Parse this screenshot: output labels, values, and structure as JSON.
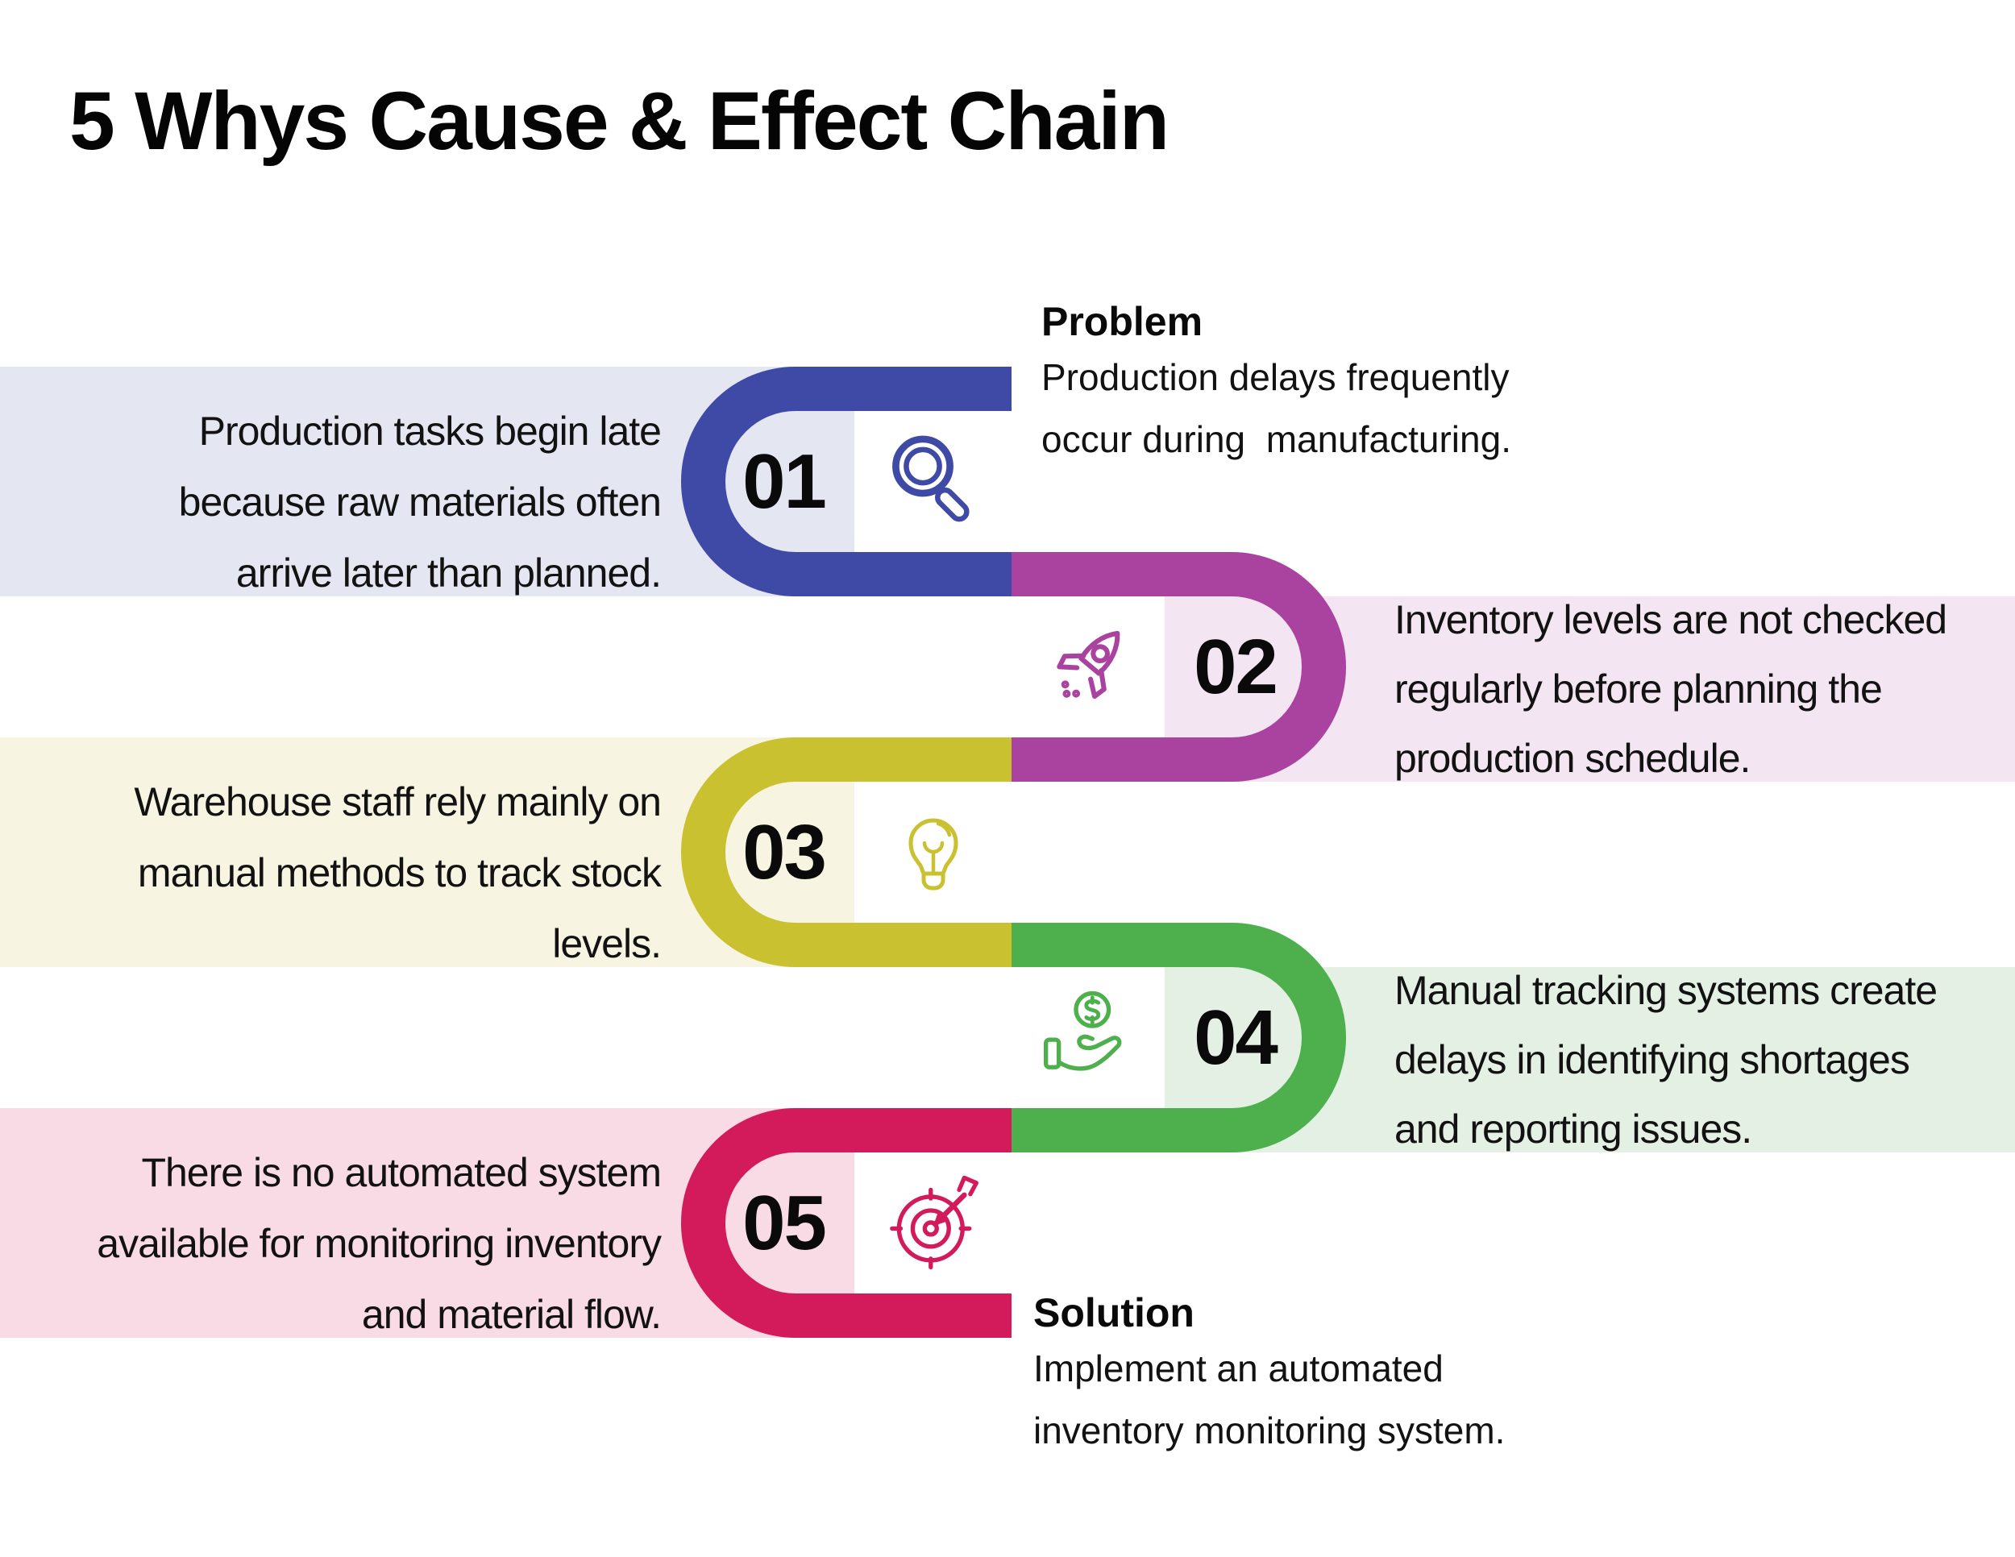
{
  "title": "5 Whys Cause & Effect Chain",
  "problem": {
    "heading": "Problem",
    "lines": [
      "Production delays frequently",
      "occur during  manufacturing."
    ]
  },
  "solution": {
    "heading": "Solution",
    "lines": [
      "Implement an automated",
      "inventory monitoring system."
    ]
  },
  "steps": [
    {
      "number": "01",
      "icon": "magnifier-icon",
      "color": "#3E4AA5",
      "panel_color": "#E4E6F2",
      "lines": [
        "Production tasks begin late",
        "because raw materials often",
        "arrive later than planned."
      ]
    },
    {
      "number": "02",
      "icon": "rocket-icon",
      "color": "#A9439F",
      "panel_color": "#F3E5F1",
      "lines": [
        "Inventory levels are not checked",
        "regularly before planning the",
        "production schedule."
      ]
    },
    {
      "number": "03",
      "icon": "lightbulb-icon",
      "color": "#C9C12F",
      "panel_color": "#F8F4E2",
      "lines": [
        "Warehouse staff rely mainly on",
        "manual methods to track stock",
        "levels."
      ]
    },
    {
      "number": "04",
      "icon": "money-hand-icon",
      "color": "#4DB04D",
      "panel_color": "#E5F0E4",
      "lines": [
        "Manual tracking systems create",
        "delays in identifying shortages",
        "and reporting issues."
      ]
    },
    {
      "number": "05",
      "icon": "target-icon",
      "color": "#D31A5B",
      "panel_color": "#F9DBE5",
      "lines": [
        "There is no automated system",
        "available for monitoring inventory",
        "and material flow."
      ]
    }
  ]
}
